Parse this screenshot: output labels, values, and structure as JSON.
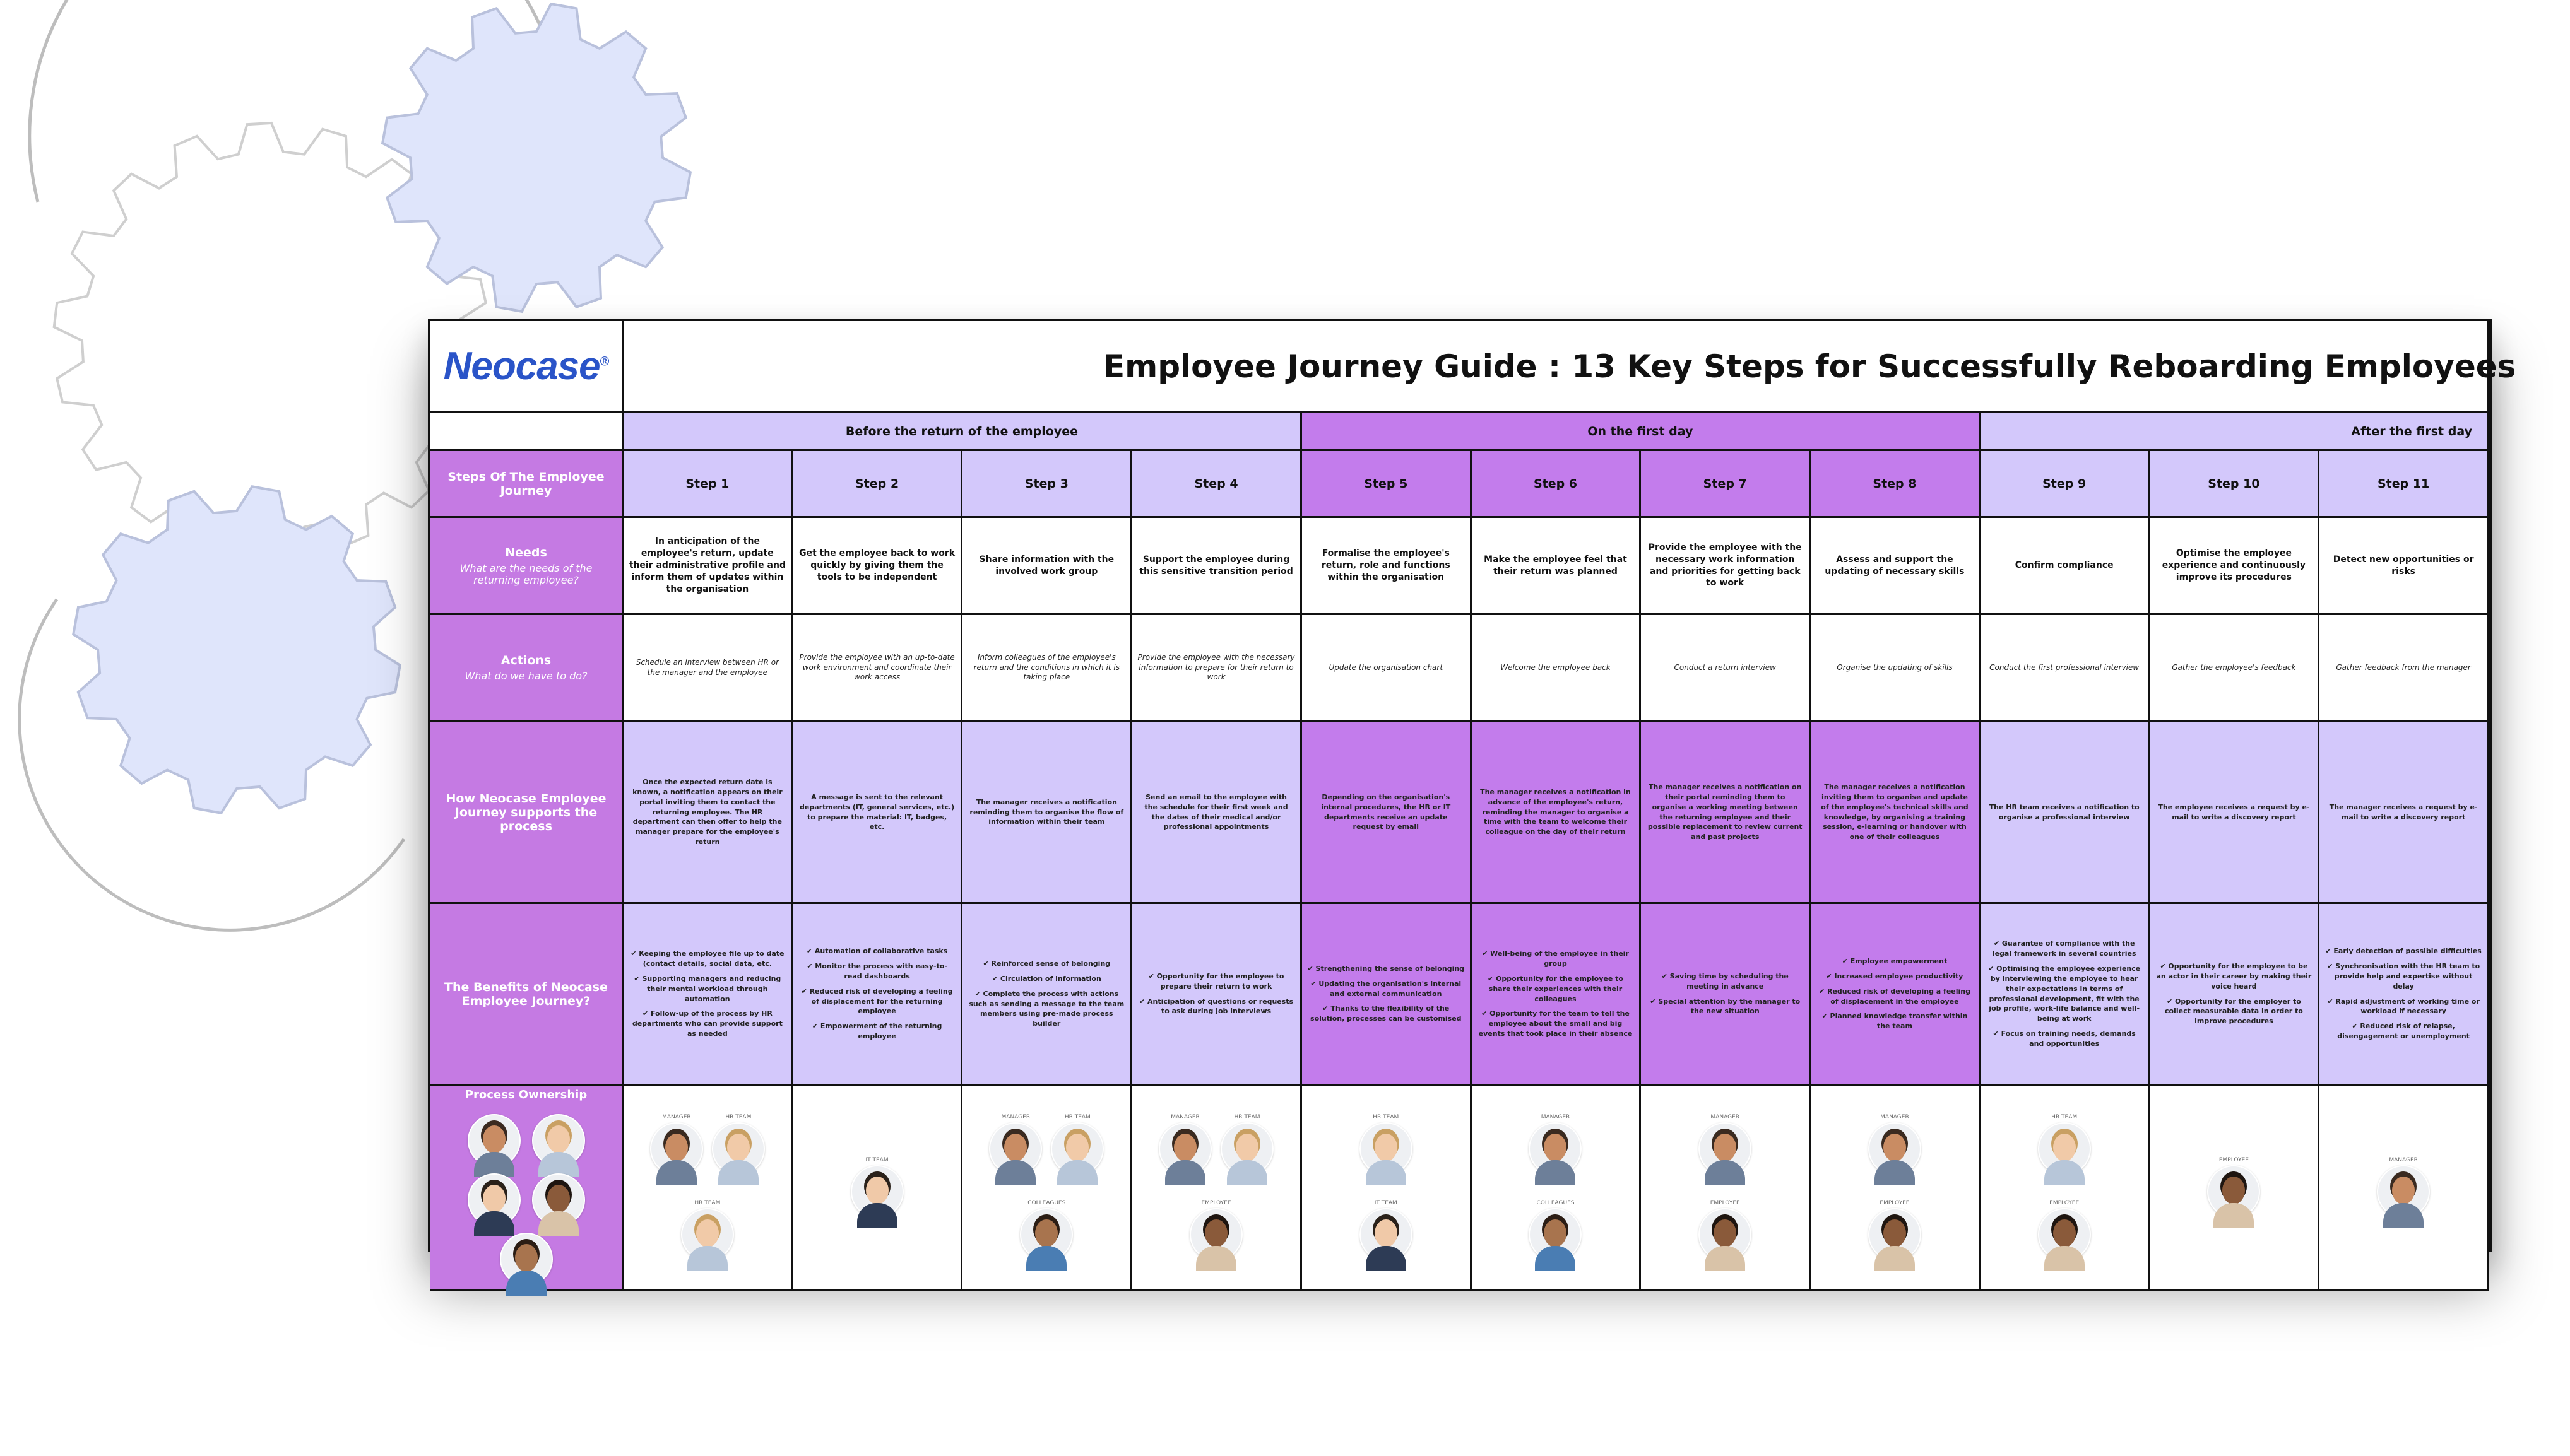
{
  "brand": {
    "logo_text": "Neocase",
    "logo_mark": "®",
    "logo_color": "#2a54c8"
  },
  "title": "Employee Journey Guide : 13 Key Steps for Successfully Reboarding Employees",
  "phases": [
    {
      "label": "Before the return of the employee",
      "span": 4,
      "tone": "light"
    },
    {
      "label": "On the first day",
      "span": 4,
      "tone": "dark"
    },
    {
      "label": "After the first day",
      "span": 3,
      "tone": "light"
    }
  ],
  "row_labels": {
    "steps": "Steps Of The Employee Journey",
    "needs": "Needs",
    "needs_sub": "What are the needs of the returning employee?",
    "actions": "Actions",
    "actions_sub": "What do we have to do?",
    "how": "How Neocase Employee Journey supports the process",
    "benefits": "The Benefits of Neocase Employee Journey?",
    "ownership": "Process Ownership"
  },
  "colors": {
    "light": "#d3c8fb",
    "dark": "#c37cec",
    "label": "#c57ae3",
    "gear": "#dfe5fb"
  },
  "steps": [
    {
      "label": "Step 1",
      "tone": "light",
      "need": "In anticipation of the employee's return, update their administrative profile and inform them of updates within the organisation",
      "action": "Schedule an interview between HR or the manager and the employee",
      "how": "Once the expected return date is known, a notification appears on their portal inviting them to contact the returning employee. The HR department can then offer to help the manager prepare for the employee's return",
      "benefits": [
        "Keeping the employee file up to date (contact details, social data, etc.",
        "Supporting managers and reducing their mental workload through automation",
        "Follow-up of the process by HR departments who can provide support as needed"
      ],
      "owners": [
        [
          "manager",
          "hr team"
        ],
        [
          "hr team"
        ]
      ]
    },
    {
      "label": "Step 2",
      "tone": "light",
      "need": "Get the employee back to work quickly by giving them the tools to be independent",
      "action": "Provide the employee with an up-to-date work environment and coordinate their work access",
      "how": "A message is sent to the relevant departments (IT, general services, etc.) to prepare the material: IT, badges, etc.",
      "benefits": [
        "Automation of collaborative tasks",
        "Monitor the process with easy-to-read dashboards",
        "Reduced risk of developing a feeling of displacement for the returning employee",
        "Empowerment of the returning employee"
      ],
      "owners": [
        [
          "it team"
        ]
      ]
    },
    {
      "label": "Step 3",
      "tone": "light",
      "need": "Share information with the involved work group",
      "action": "Inform colleagues of the employee's return and the conditions in which it is taking place",
      "how": "The manager receives a notification reminding them to organise the flow of information within their team",
      "benefits": [
        "Reinforced sense of belonging",
        "Circulation of information",
        "Complete the process with actions such as sending a message to the team members using pre-made process builder"
      ],
      "owners": [
        [
          "manager",
          "hr team"
        ],
        [
          "colleagues"
        ]
      ]
    },
    {
      "label": "Step 4",
      "tone": "light",
      "need": "Support the employee during this sensitive transition period",
      "action": "Provide the employee with the necessary information to prepare for their return to work",
      "how": "Send an email to the employee with the schedule for their first week and the dates of their medical and/or professional appointments",
      "benefits": [
        "Opportunity for the employee to prepare their return to work",
        "Anticipation of questions or requests to ask during job interviews"
      ],
      "owners": [
        [
          "manager",
          "hr team"
        ],
        [
          "employee"
        ]
      ]
    },
    {
      "label": "Step 5",
      "tone": "dark",
      "need": "Formalise the employee's return, role and functions within the organisation",
      "action": "Update the organisation chart",
      "how": "Depending on the organisation's internal procedures, the HR or IT departments receive an update request by email",
      "benefits": [
        "Strengthening the sense of belonging",
        "Updating the organisation's internal and external communication",
        "Thanks to the flexibility of the solution, processes can be customised"
      ],
      "owners": [
        [
          "hr team"
        ],
        [
          "it team"
        ]
      ]
    },
    {
      "label": "Step 6",
      "tone": "dark",
      "need": "Make the employee feel that their return was planned",
      "action": "Welcome the employee back",
      "how": "The manager receives a notification in advance of the employee's return, reminding the manager to organise a time with the team to welcome their colleague on the day of their return",
      "benefits": [
        "Well-being of the employee in their group",
        "Opportunity for the employee to share their experiences with their colleagues",
        "Opportunity for the team to tell the employee about the small and big events that took place in their absence"
      ],
      "owners": [
        [
          "manager"
        ],
        [
          "colleagues"
        ]
      ]
    },
    {
      "label": "Step 7",
      "tone": "dark",
      "need": "Provide the employee with the necessary work information and priorities for getting back to work",
      "action": "Conduct a return interview",
      "how": "The manager receives a notification on their portal reminding them to organise a working meeting between the returning employee and their possible replacement to review current and past projects",
      "benefits": [
        "Saving time by scheduling the meeting in advance",
        "Special attention by the manager to the new situation"
      ],
      "owners": [
        [
          "manager"
        ],
        [
          "employee"
        ]
      ]
    },
    {
      "label": "Step 8",
      "tone": "dark",
      "need": "Assess and support the updating of necessary skills",
      "action": "Organise the updating of skills",
      "how": "The manager receives a notification inviting them to organise and update of the employee's technical skills and knowledge, by organising a training session, e-learning or handover with one of their colleagues",
      "benefits": [
        "Employee empowerment",
        "Increased employee productivity",
        "Reduced risk of developing a feeling of displacement in the employee",
        "Planned knowledge transfer within the team"
      ],
      "owners": [
        [
          "manager"
        ],
        [
          "employee"
        ]
      ]
    },
    {
      "label": "Step 9",
      "tone": "light",
      "need": "Confirm compliance",
      "action": "Conduct the first professional interview",
      "how": "The HR team receives a notification to organise a professional interview",
      "benefits": [
        "Guarantee of compliance with the legal framework in several countries",
        "Optimising the employee experience by interviewing the employee to hear their expectations in terms of professional development, fit with the job profile, work-life balance and well-being at work",
        "Focus on training needs, demands and opportunities"
      ],
      "owners": [
        [
          "hr team"
        ],
        [
          "employee"
        ]
      ]
    },
    {
      "label": "Step 10",
      "tone": "light",
      "need": "Optimise the employee experience and continuously improve its procedures",
      "action": "Gather the employee's feedback",
      "how": "The employee receives a request by e-mail to write a discovery report",
      "benefits": [
        "Opportunity for the employee to be an actor in their career by making their voice heard",
        "Opportunity for the employer to collect measurable data in order to improve procedures"
      ],
      "owners": [
        [
          "employee"
        ]
      ]
    },
    {
      "label": "Step 11",
      "tone": "light",
      "need": "Detect new opportunities or risks",
      "action": "Gather feedback from the manager",
      "how": "The manager receives a request by e-mail to write a discovery report",
      "benefits": [
        "Early detection of possible difficulties",
        "Synchronisation with the HR team to provide help and expertise without delay",
        "Rapid adjustment of working time or workload if necessary",
        "Reduced risk of relapse, disengagement or unemployment"
      ],
      "owners": [
        [
          "manager"
        ]
      ]
    }
  ],
  "ownership_legend": [
    [
      "manager",
      "hr team",
      "it team"
    ],
    [
      "employee",
      "colleagues"
    ]
  ]
}
